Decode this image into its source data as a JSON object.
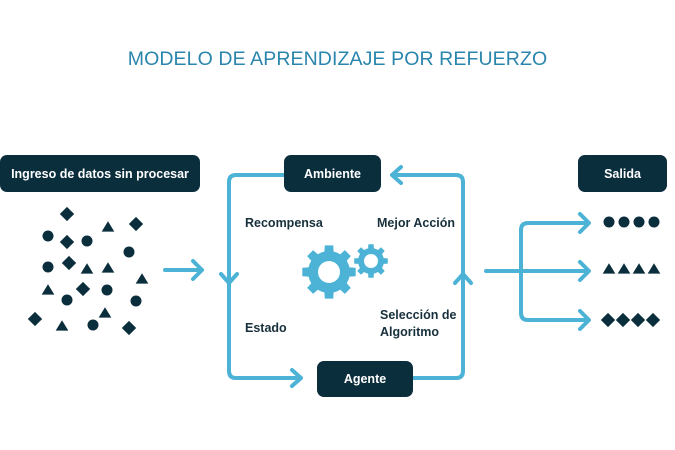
{
  "title": "MODELO DE APRENDIZAJE POR REFUERZO",
  "colors": {
    "title": "#2a85ad",
    "node_fill": "#0b2e3d",
    "node_text": "#ffffff",
    "flow_line": "#4db3d6",
    "shapes": "#0b2e3d",
    "label_text": "#17303c"
  },
  "nodes": {
    "input": "Ingreso de datos sin procesar",
    "environment": "Ambiente",
    "agent": "Agente",
    "output": "Salida"
  },
  "cycle_labels": {
    "reward": "Recompensa",
    "best_action": "Mejor Acción",
    "state": "Estado",
    "algorithm_selection": "Selección de Algoritmo"
  },
  "icons": {
    "center": "gears-icon"
  },
  "input_data_shapes": [
    "diamond",
    "triangle",
    "diamond",
    "circle",
    "diamond",
    "circle",
    "circle",
    "circle",
    "diamond",
    "triangle",
    "triangle",
    "triangle",
    "triangle",
    "diamond",
    "circle",
    "circle",
    "circle",
    "triangle",
    "diamond",
    "triangle",
    "circle",
    "diamond"
  ],
  "output_rows": [
    {
      "shape": "circle",
      "count": 4
    },
    {
      "shape": "triangle",
      "count": 4
    },
    {
      "shape": "diamond",
      "count": 4
    }
  ]
}
